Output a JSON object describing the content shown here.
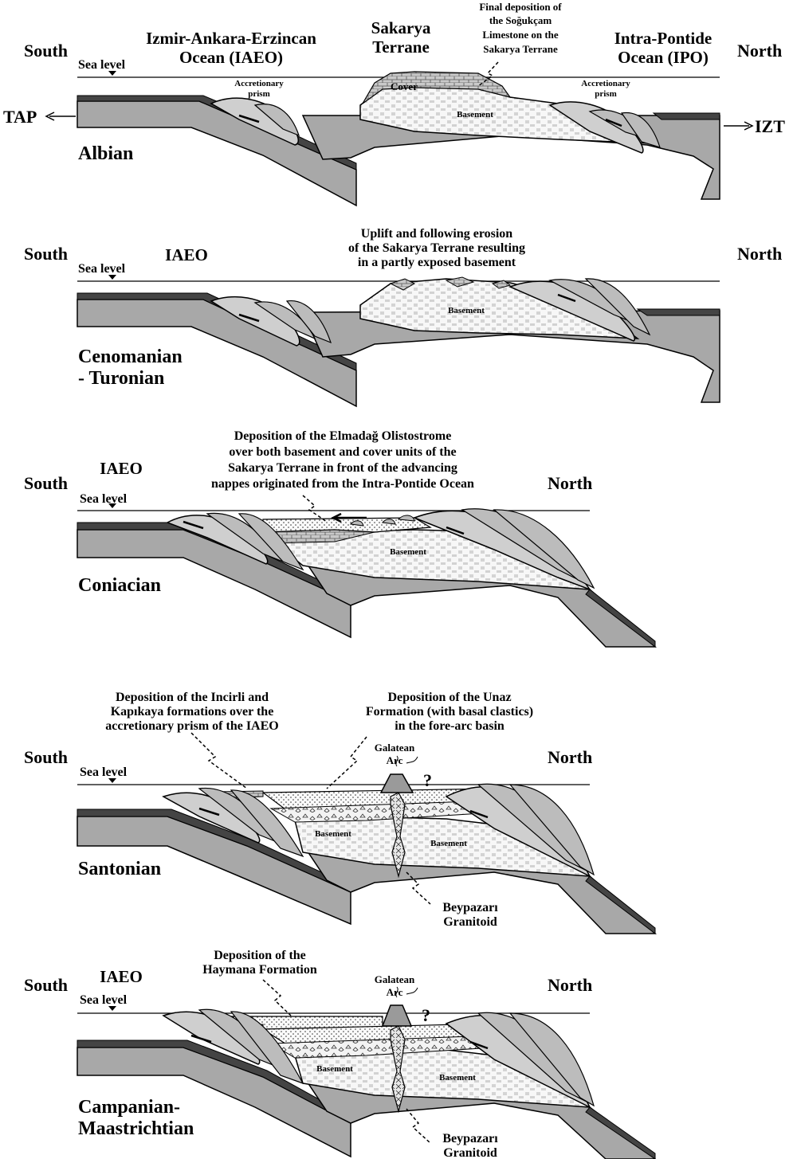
{
  "panels": [
    {
      "age": "Albian",
      "south": "South",
      "north": "North",
      "sea_level": "Sea level",
      "ocean_left": [
        "Izmir-Ankara-Erzincan",
        "Ocean (IAEO)"
      ],
      "terrane": [
        "Sakarya",
        "Terrane"
      ],
      "note": [
        "Final deposition of",
        "the Soğukçam",
        "Limestone on the",
        "Sakarya Terrane"
      ],
      "ocean_right": [
        "Intra-Pontide",
        "Ocean (IPO)"
      ],
      "prism_left": [
        "Accretionary",
        "prism"
      ],
      "prism_right": [
        "Accretionary",
        "prism"
      ],
      "cover": "Cover",
      "basement": "Basement",
      "tap": "TAP",
      "izt": "IZT"
    },
    {
      "age": [
        "Cenomanian",
        "- Turonian"
      ],
      "south": "South",
      "north": "North",
      "sea_level": "Sea level",
      "ocean_left": "IAEO",
      "note": [
        "Uplift and following erosion",
        "of the Sakarya Terrane resulting",
        "in a partly exposed basement"
      ],
      "basement": "Basement"
    },
    {
      "age": "Coniacian",
      "south": "South",
      "north": "North",
      "sea_level": "Sea level",
      "ocean_left": "IAEO",
      "note": [
        "Deposition of the Elmadağ Olistostrome",
        "over both basement and cover units of the",
        "Sakarya Terrane in front of the advancing",
        "nappes originated from the Intra-Pontide Ocean"
      ],
      "basement": "Basement"
    },
    {
      "age": "Santonian",
      "south": "South",
      "north": "North",
      "sea_level": "Sea level",
      "note_left": [
        "Deposition of the Incirli and",
        "Kapıkaya formations over the",
        "accretionary prism of the IAEO"
      ],
      "note_right": [
        "Deposition of the Unaz",
        "Formation (with basal clastics)",
        "in the fore-arc basin"
      ],
      "arc": [
        "Galatean",
        "Arc"
      ],
      "question": "?",
      "basement_left": "Basement",
      "basement_right": "Basement",
      "granitoid": [
        "Beypazarı",
        "Granitoid"
      ]
    },
    {
      "age": [
        "Campanian-",
        "Maastrichtian"
      ],
      "south": "South",
      "north": "North",
      "sea_level": "Sea level",
      "ocean_left": "IAEO",
      "note": [
        "Deposition of the",
        "Haymana Formation"
      ],
      "arc": [
        "Galatean",
        "Arc"
      ],
      "question": "?",
      "basement_left": "Basement",
      "basement_right": "Basement",
      "granitoid": [
        "Beypazarı",
        "Granitoid"
      ]
    }
  ]
}
